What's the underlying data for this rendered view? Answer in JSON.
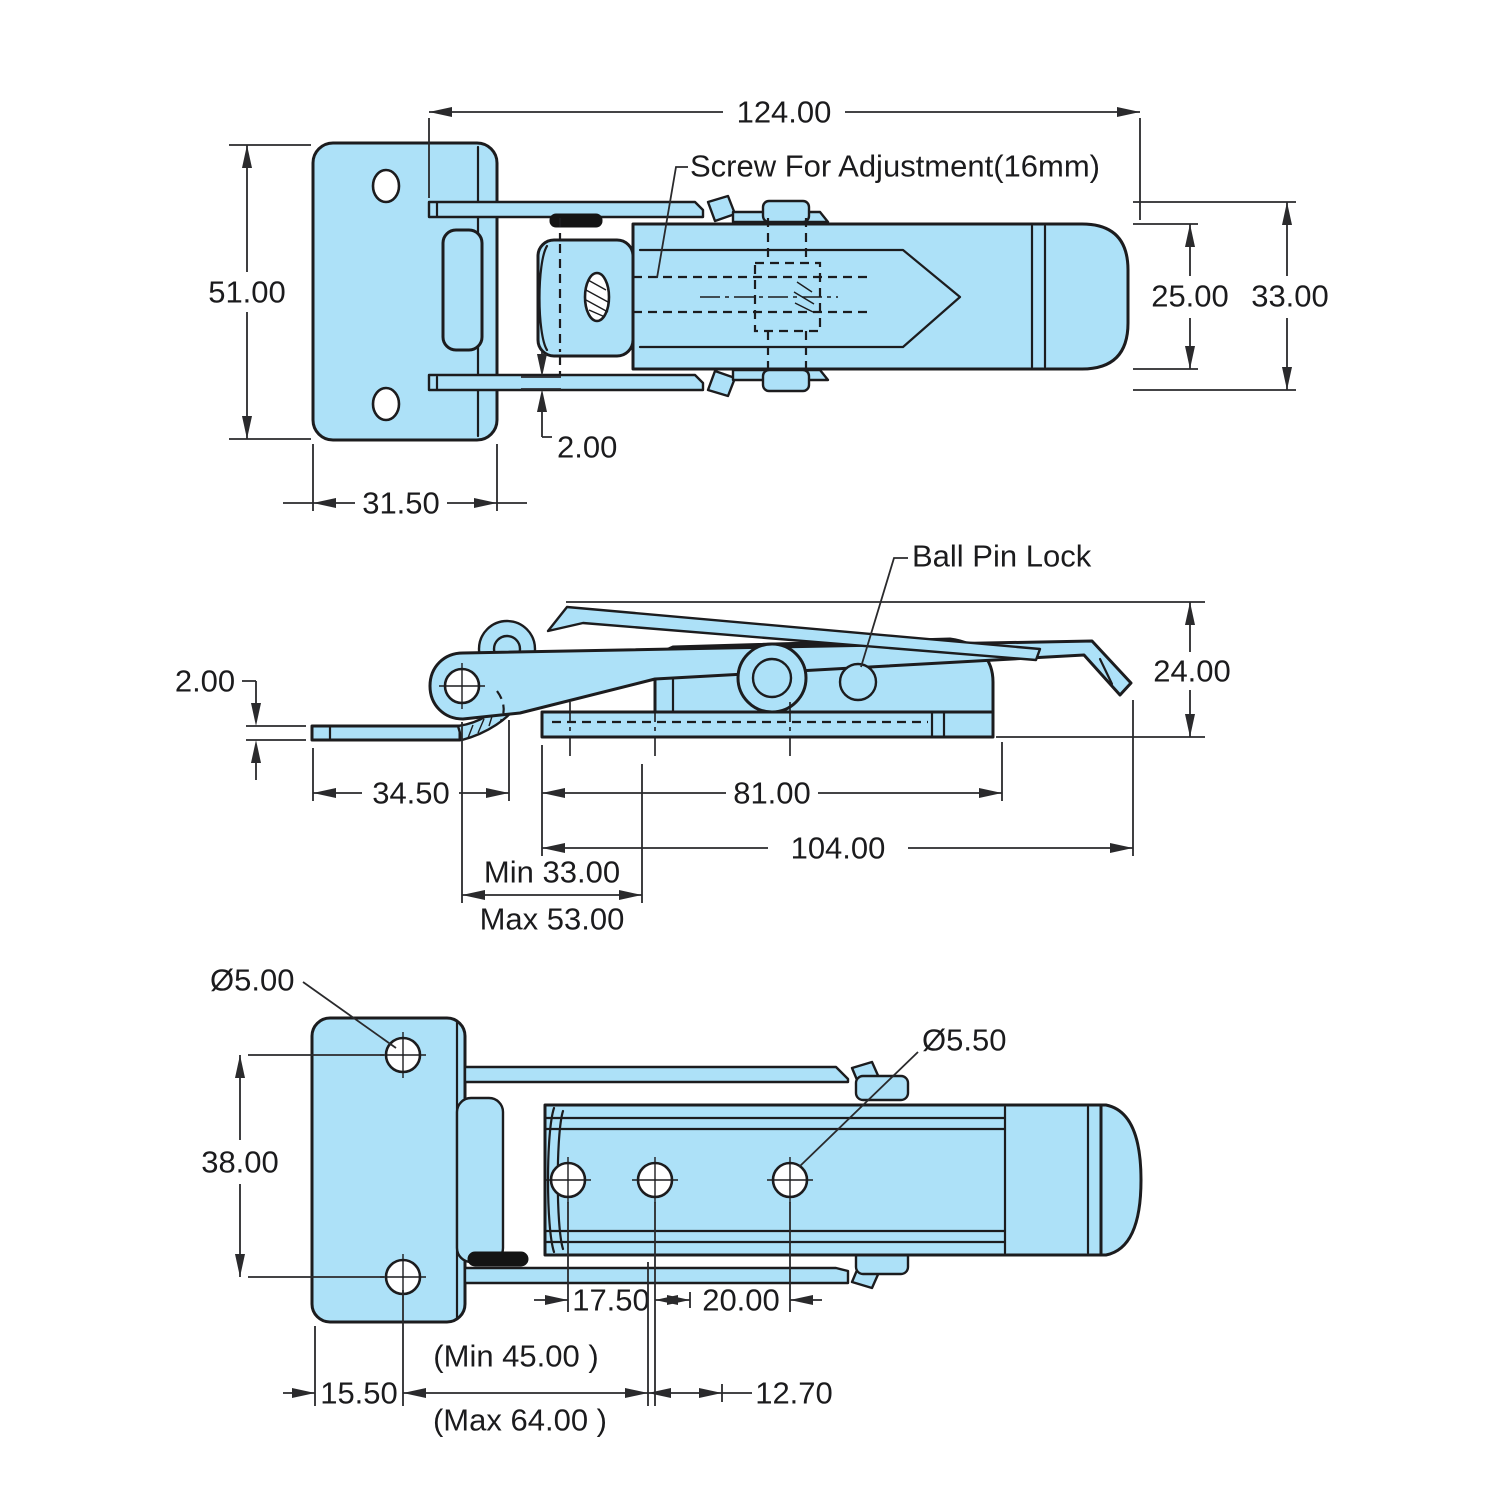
{
  "meta": {
    "title": "Adjustable toggle latch engineering drawing",
    "part_fill": "#ADE1F8",
    "line_color": "#1c1c1e",
    "background": "#ffffff"
  },
  "top_view": {
    "callout_screw": "Screw For Adjustment(16mm)",
    "dim_overall_length": "124.00",
    "dim_plate_height": "51.00",
    "dim_plate_width": "31.50",
    "dim_gap": "2.00",
    "dim_handle_width": "25.00",
    "dim_overall_width": "33.00"
  },
  "side_view": {
    "callout_ball_pin": "Ball Pin Lock",
    "dim_plate_thickness": "2.00",
    "dim_catch_plate_length": "34.50",
    "dim_body_length": "81.00",
    "dim_total_length": "104.00",
    "dim_min_reach": "Min 33.00",
    "dim_max_reach": "Max 53.00",
    "dim_height": "24.00"
  },
  "bottom_view": {
    "callout_plate_hole_dia": "Ø5.00",
    "callout_body_hole_dia": "Ø5.50",
    "dim_plate_hole_spacing": "38.00",
    "dim_edge_to_hole": "15.50",
    "dim_min_span": "(Min 45.00 )",
    "dim_max_span": "(Max 64.00 )",
    "dim_hole_pitch_1": "17.50",
    "dim_hole_pitch_2": "20.00",
    "dim_hole_pitch_3": "12.70"
  }
}
